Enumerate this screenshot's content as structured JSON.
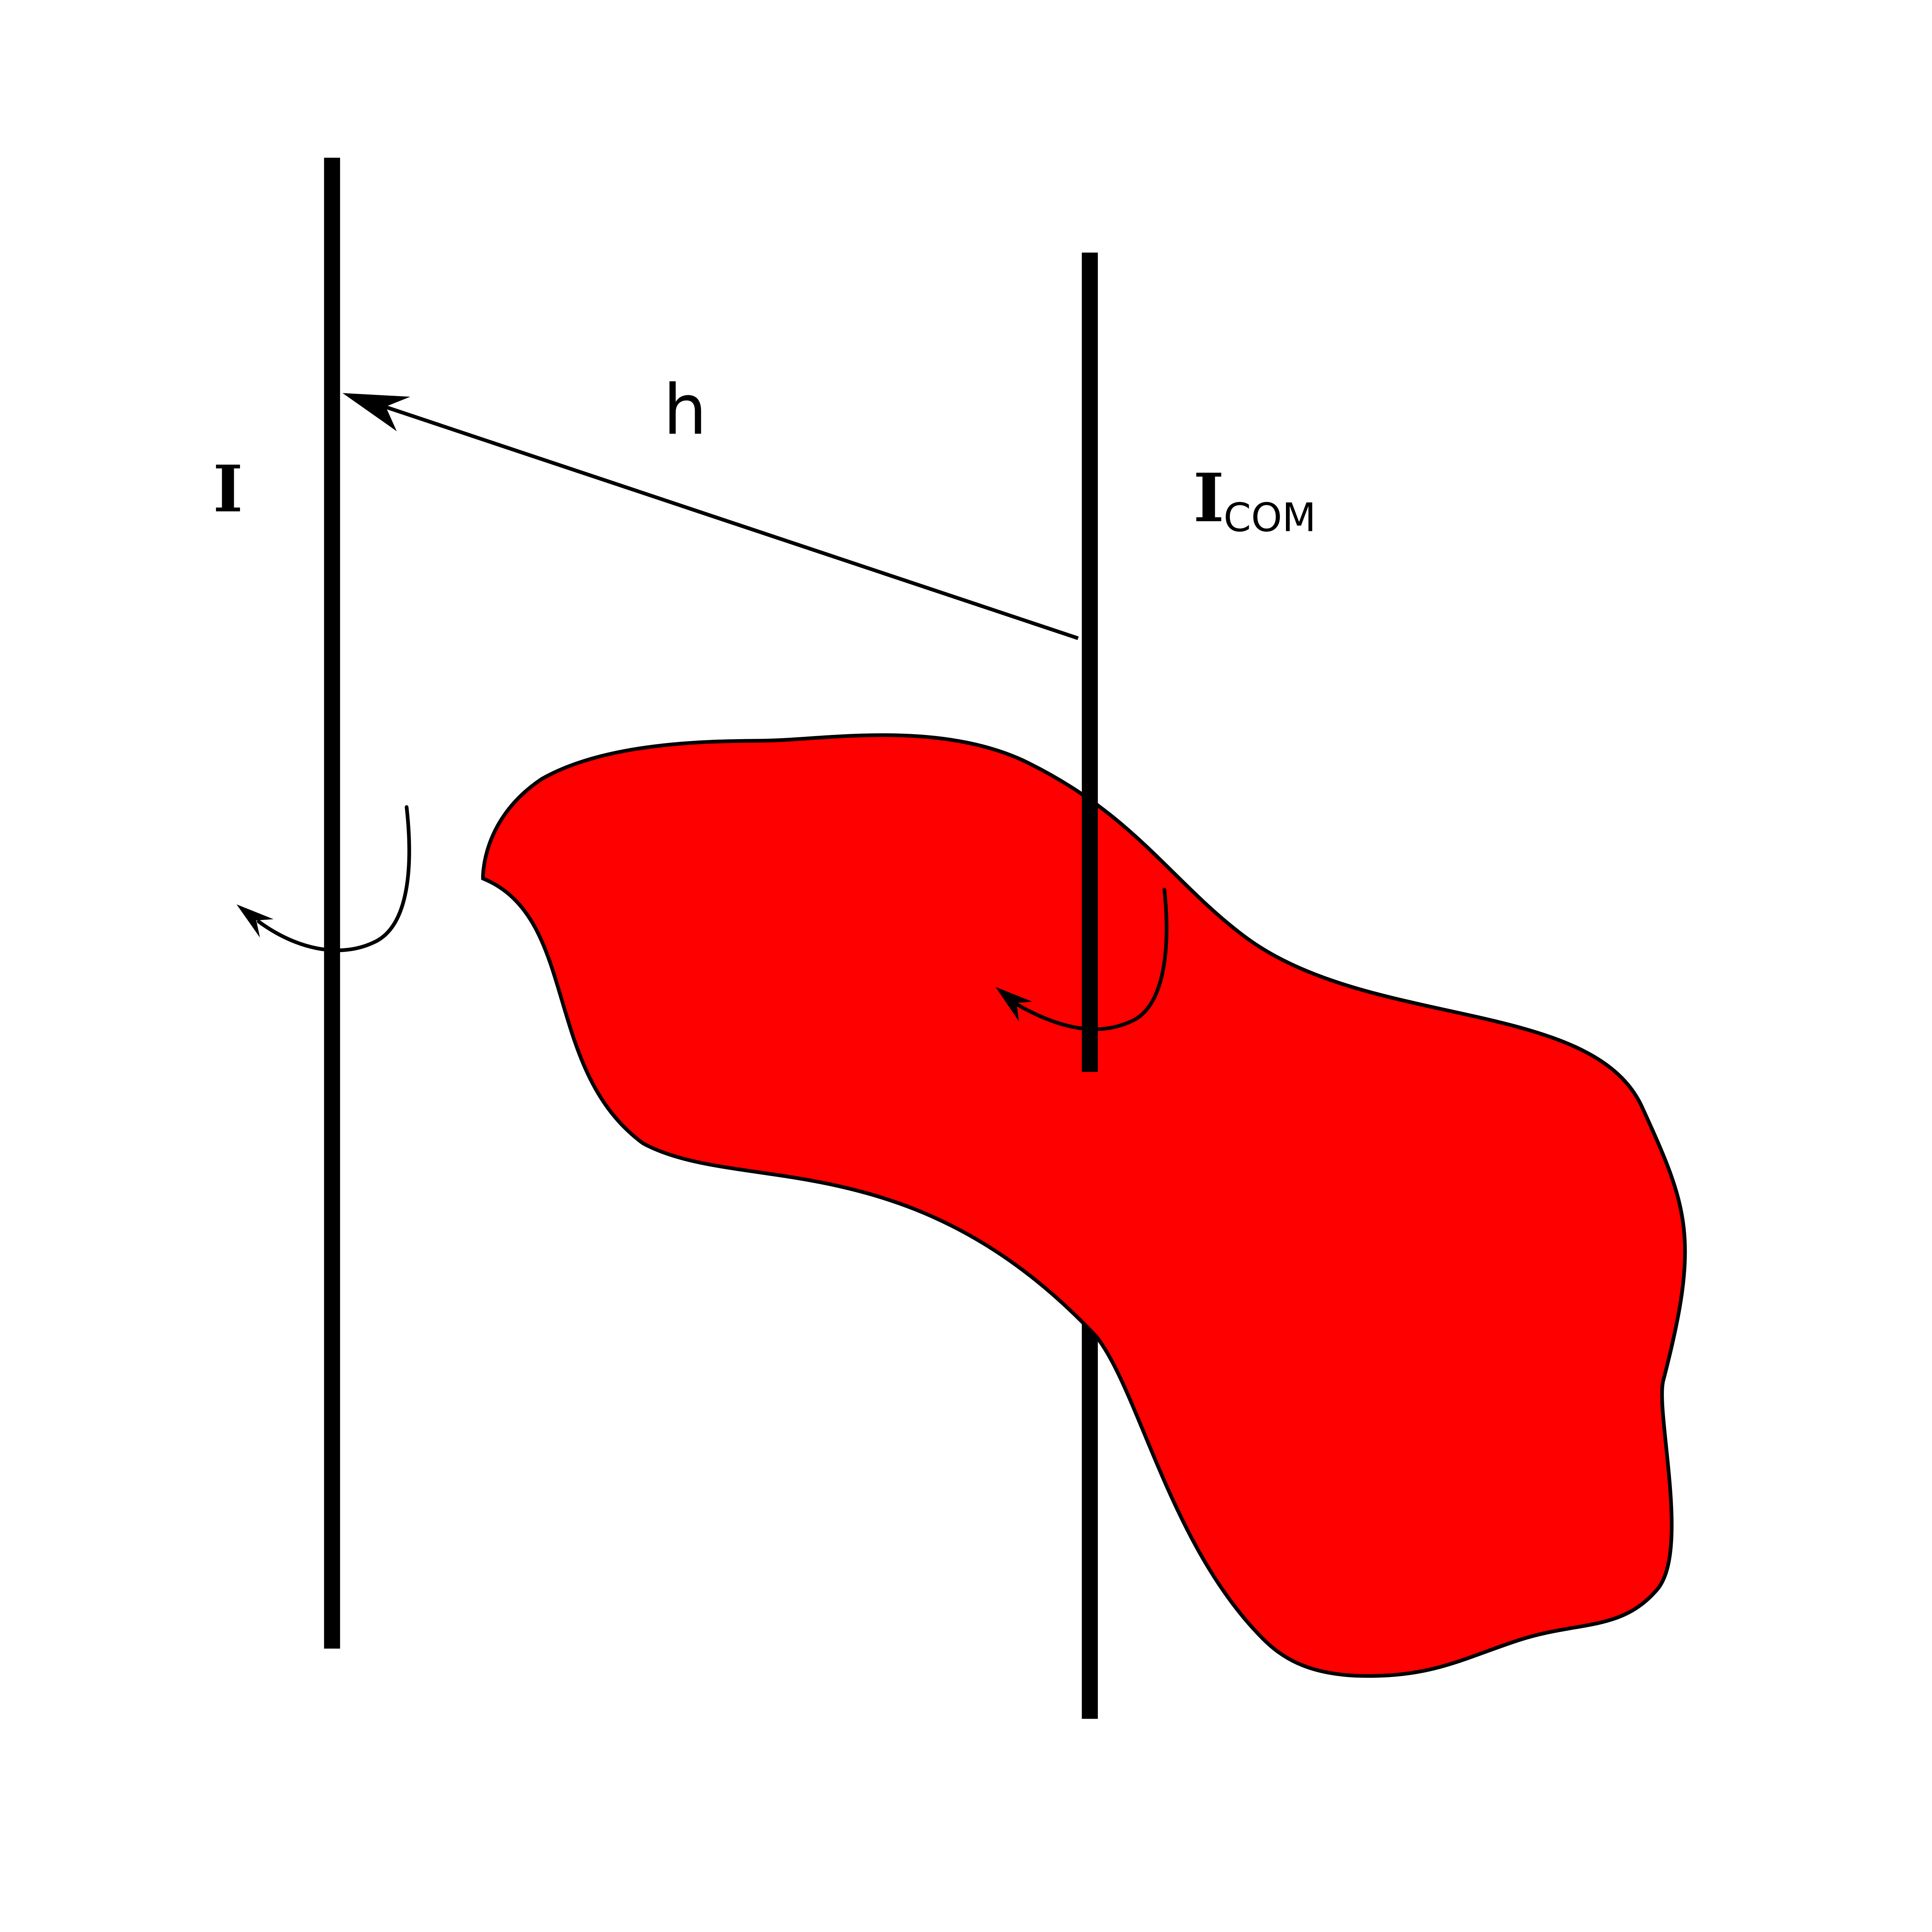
{
  "labels": {
    "axis_left": "I",
    "distance": "h",
    "axis_com_main": "I",
    "axis_com_sub": "COM"
  },
  "colors": {
    "body_fill": "#ff0000",
    "stroke": "#000000",
    "background": "#ffffff"
  }
}
